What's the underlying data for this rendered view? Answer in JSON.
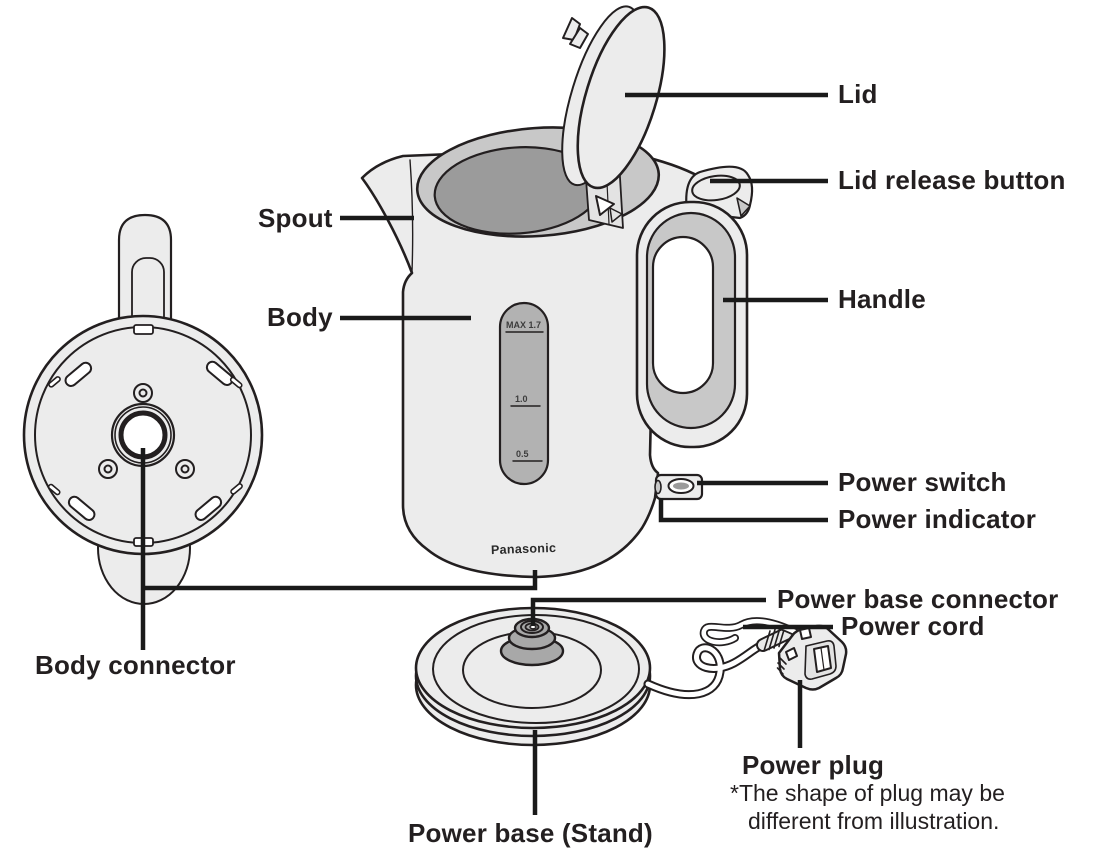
{
  "diagram": {
    "brand": "Panasonic",
    "labels": {
      "lid": "Lid",
      "lid_release_button": "Lid release button",
      "handle": "Handle",
      "spout": "Spout",
      "body": "Body",
      "power_switch": "Power switch",
      "power_indicator": "Power indicator",
      "body_connector": "Body connector",
      "power_base_connector": "Power base connector",
      "power_cord": "Power cord",
      "power_plug": "Power plug",
      "power_base": "Power base (Stand)"
    },
    "plug_note": {
      "line1": "*The shape of plug may be",
      "line2": "different from illustration."
    },
    "gauge": {
      "max": "MAX 1.7",
      "mid": "1.0",
      "low": "0.5"
    },
    "colors": {
      "outline": "#231f20",
      "body": "#ececec",
      "rim": "#c8c8c8",
      "interior": "#9b9b9b",
      "gauge": "#b2b2b2",
      "gray": "#a8a8a8",
      "leader": "#1a1a1a"
    }
  }
}
